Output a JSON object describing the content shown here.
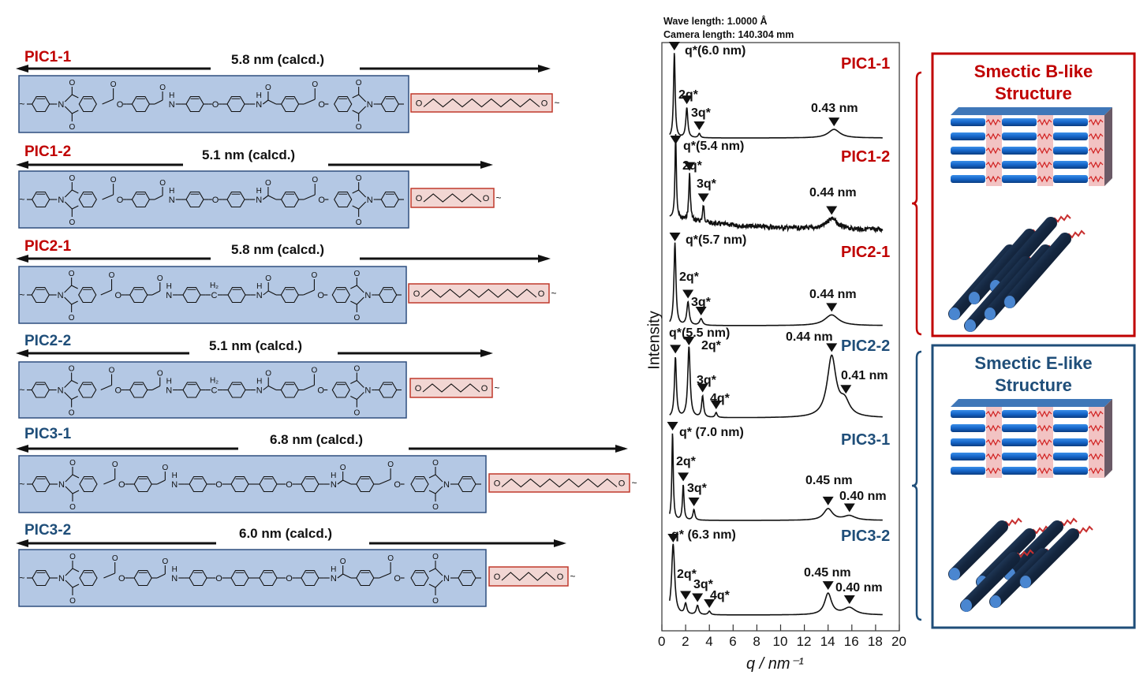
{
  "molecules": [
    {
      "name": "PIC1-1",
      "length": "5.8 nm (calcd.)",
      "color": "#c00000"
    },
    {
      "name": "PIC1-2",
      "length": "5.1 nm (calcd.)",
      "color": "#c00000"
    },
    {
      "name": "PIC2-1",
      "length": "5.8 nm (calcd.)",
      "color": "#c00000"
    },
    {
      "name": "PIC2-2",
      "length": "5.1 nm (calcd.)",
      "color": "#1f4e79"
    },
    {
      "name": "PIC3-1",
      "length": "6.8 nm (calcd.)",
      "color": "#1f4e79"
    },
    {
      "name": "PIC3-2",
      "length": "6.0 nm (calcd.)",
      "color": "#1f4e79"
    }
  ],
  "panels": [
    {
      "title_line1": "Smectic B-like",
      "title_line2": "Structure",
      "color": "#c00000"
    },
    {
      "title_line1": "Smectic E-like",
      "title_line2": "Structure",
      "color": "#1f4e79"
    }
  ],
  "colors": {
    "core_fill": "#b4c8e4",
    "core_border": "#2f4f7f",
    "tail_fill": "#f2d6d3",
    "tail_border": "#c0392b",
    "red": "#c00000",
    "blue": "#1f4e79"
  },
  "chart_data": {
    "type": "line",
    "header_wavelength": "Wave length: 1.0000 Å",
    "header_camera": "Camera length: 140.304 mm",
    "xlabel": "q / nm⁻¹",
    "ylabel": "Intensity",
    "xlim": [
      0,
      20
    ],
    "xticks": [
      "0",
      "2",
      "4",
      "6",
      "8",
      "10",
      "12",
      "14",
      "16",
      "18",
      "20"
    ],
    "series": [
      {
        "name": "PIC1-1",
        "color": "#c00000",
        "peaks": [
          [
            1.05,
            1.0,
            0.08
          ],
          [
            2.1,
            0.35,
            0.1
          ],
          [
            3.15,
            0.05,
            0.1
          ],
          [
            14.5,
            0.1,
            0.6
          ]
        ],
        "annotations": [
          {
            "text": "q*(6.0 nm)",
            "q": 1.05
          },
          {
            "text": "2q*",
            "q": 2.1
          },
          {
            "text": "3q*",
            "q": 3.15
          },
          {
            "text": "0.43 nm",
            "q": 14.5
          }
        ]
      },
      {
        "name": "PIC1-2",
        "color": "#c00000",
        "peaks": [
          [
            1.16,
            1.0,
            0.07
          ],
          [
            2.33,
            0.55,
            0.08
          ],
          [
            3.5,
            0.2,
            0.08
          ],
          [
            14.3,
            0.13,
            0.5
          ]
        ],
        "annotations": [
          {
            "text": "q*(5.4 nm)",
            "q": 1.16
          },
          {
            "text": "2q*",
            "q": 2.33
          },
          {
            "text": "3q*",
            "q": 3.5
          },
          {
            "text": "0.44 nm",
            "q": 14.3
          }
        ]
      },
      {
        "name": "PIC2-1",
        "color": "#c00000",
        "peaks": [
          [
            1.1,
            1.0,
            0.1
          ],
          [
            2.2,
            0.28,
            0.12
          ],
          [
            3.3,
            0.08,
            0.15
          ],
          [
            14.3,
            0.13,
            0.7
          ]
        ],
        "annotations": [
          {
            "text": "q*(5.7 nm)",
            "q": 1.1
          },
          {
            "text": "2q*",
            "q": 2.2
          },
          {
            "text": "3q*",
            "q": 3.3
          },
          {
            "text": "0.44 nm",
            "q": 14.3
          }
        ]
      },
      {
        "name": "PIC2-2",
        "color": "#1f4e79",
        "peaks": [
          [
            1.14,
            0.85,
            0.1
          ],
          [
            2.28,
            1.0,
            0.12
          ],
          [
            3.43,
            0.3,
            0.1
          ],
          [
            4.57,
            0.07,
            0.1
          ],
          [
            14.3,
            0.85,
            0.45
          ],
          [
            15.4,
            0.2,
            0.5
          ]
        ],
        "annotations": [
          {
            "text": "q*(5.5 nm)",
            "q": 1.14
          },
          {
            "text": "2q*",
            "q": 2.28
          },
          {
            "text": "3q*",
            "q": 3.43
          },
          {
            "text": "4q*",
            "q": 4.57
          },
          {
            "text": "0.44 nm",
            "q": 14.3
          },
          {
            "text": "0.41 nm",
            "q": 15.5
          }
        ]
      },
      {
        "name": "PIC3-1",
        "color": "#1f4e79",
        "peaks": [
          [
            0.9,
            1.0,
            0.07
          ],
          [
            1.8,
            0.4,
            0.08
          ],
          [
            2.7,
            0.12,
            0.1
          ],
          [
            14.0,
            0.13,
            0.45
          ],
          [
            15.8,
            0.05,
            0.6
          ]
        ],
        "annotations": [
          {
            "text": "q* (7.0 nm)",
            "q": 0.9
          },
          {
            "text": "2q*",
            "q": 1.8
          },
          {
            "text": "3q*",
            "q": 2.7
          },
          {
            "text": "0.45 nm",
            "q": 14.0
          },
          {
            "text": "0.40 nm",
            "q": 15.8
          }
        ]
      },
      {
        "name": "PIC3-2",
        "color": "#1f4e79",
        "peaks": [
          [
            0.95,
            1.0,
            0.15
          ],
          [
            2.0,
            0.15,
            0.12
          ],
          [
            3.0,
            0.13,
            0.12
          ],
          [
            4.0,
            0.05,
            0.12
          ],
          [
            14.0,
            0.3,
            0.35
          ],
          [
            15.8,
            0.1,
            0.6
          ]
        ],
        "annotations": [
          {
            "text": "q* (6.3 nm)",
            "q": 0.95
          },
          {
            "text": "2q*",
            "q": 2.0
          },
          {
            "text": "3q*",
            "q": 3.0
          },
          {
            "text": "4q*",
            "q": 4.0
          },
          {
            "text": "0.45 nm",
            "q": 14.0
          },
          {
            "text": "0.40 nm",
            "q": 15.8
          }
        ]
      }
    ]
  }
}
